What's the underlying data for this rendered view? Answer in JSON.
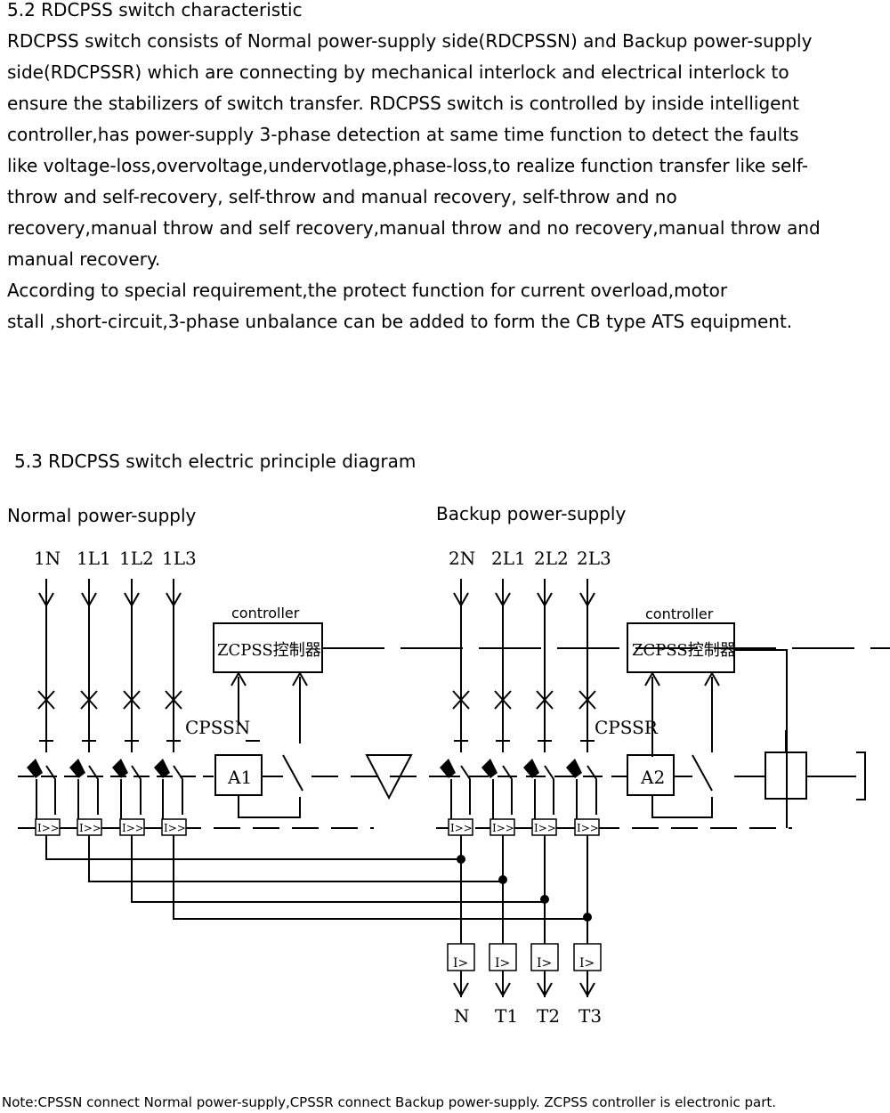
{
  "section_52": {
    "title": "5.2  RDCPSS switch characteristic",
    "lines": [
      "RDCPSS switch consists of Normal power-supply side(RDCPSSN) and Backup power-supply",
      "side(RDCPSSR) which are connecting by mechanical interlock and electrical interlock to",
      "ensure the stabilizers of switch transfer. RDCPSS switch is controlled by inside intelligent",
      "controller,has power-supply 3-phase detection at same time function to detect the faults",
      "like voltage-loss,overvoltage,undervotlage,phase-loss,to realize  function transfer like self-",
      "throw and self-recovery, self-throw and manual recovery, self-throw and no",
      "recovery,manual throw and self recovery,manual throw and no recovery,manual throw and",
      "manual recovery.",
      "According to special requirement,the protect function for current overload,motor",
      "stall  ,short-circuit,3-phase unbalance can be added to form the CB type ATS equipment."
    ]
  },
  "section_53": {
    "title": "5.3 RDCPSS switch electric principle diagram"
  },
  "diagram": {
    "normal_label": "Normal power-supply",
    "backup_label": "Backup power-supply",
    "normal_terminals": [
      "1N",
      "1L1",
      "1L2",
      "1L3"
    ],
    "backup_terminals": [
      "2N",
      "2L1",
      "2L2",
      "2L3"
    ],
    "output_terminals": [
      "N",
      "T1",
      "T2",
      "T3"
    ],
    "controller_caption_1": "controller",
    "controller_caption_2": "controller",
    "controller_box_1": "ZCPSS控制器",
    "controller_box_2": "ZCPSS控制器",
    "cpssn_label": "CPSSN",
    "cpssr_label": "CPSSR",
    "a1_label": "A1",
    "a2_label": "A2"
  },
  "note": "Note:CPSSN connect Normal power-supply,CPSSR connect Backup power-supply. ZCPSS controller is electronic part."
}
